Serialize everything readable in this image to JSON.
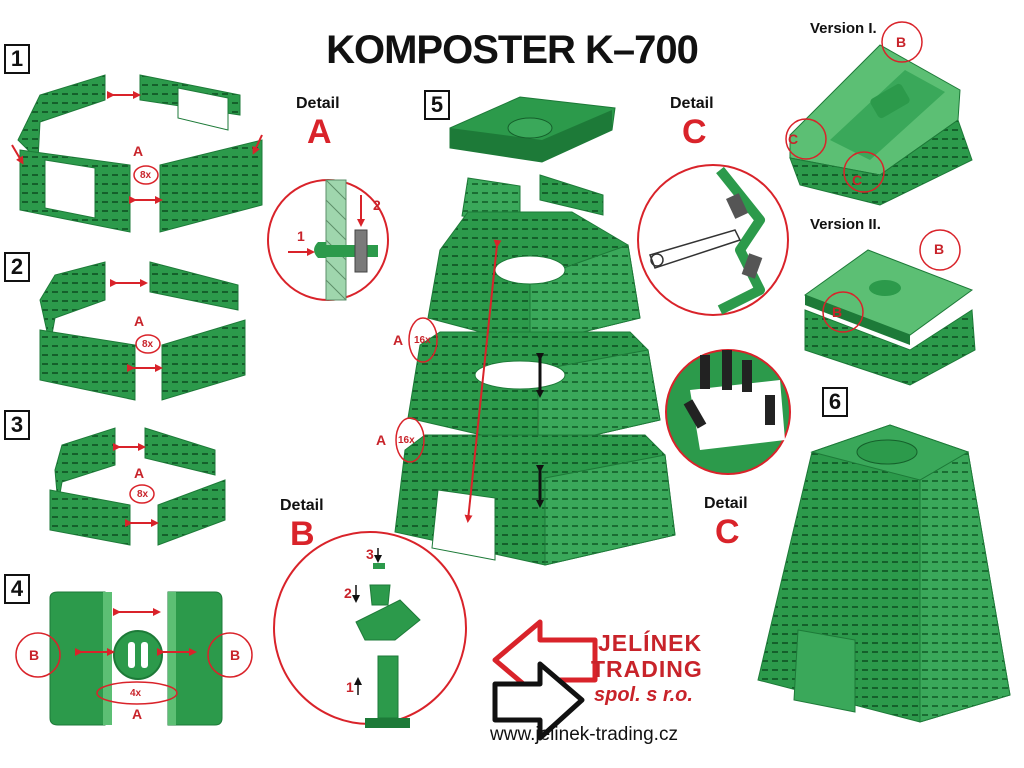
{
  "title": "KOMPOSTER K–700",
  "steps": [
    "1",
    "2",
    "3",
    "4",
    "5",
    "6"
  ],
  "details": [
    {
      "word": "Detail",
      "letter": "A"
    },
    {
      "word": "Detail",
      "letter": "C"
    },
    {
      "word": "Detail",
      "letter": "B"
    },
    {
      "word": "Detail",
      "letter": "C"
    }
  ],
  "versions": [
    "Version I.",
    "Version II."
  ],
  "labels": {
    "A": "A",
    "B": "B",
    "C": "C",
    "count_8x": "8x",
    "count_16x": "16x",
    "count_4x": "4x",
    "num_1": "1",
    "num_2": "2",
    "num_3": "3"
  },
  "logo": {
    "line1": "JELÍNEK",
    "line2": "TRADING",
    "line3": "spol. s r.o."
  },
  "url": "www.jelinek-trading.cz",
  "colors": {
    "green_main": "#2c9a4b",
    "green_dark": "#1d7a38",
    "green_light": "#5cbf74",
    "accent_red": "#d9232a"
  }
}
